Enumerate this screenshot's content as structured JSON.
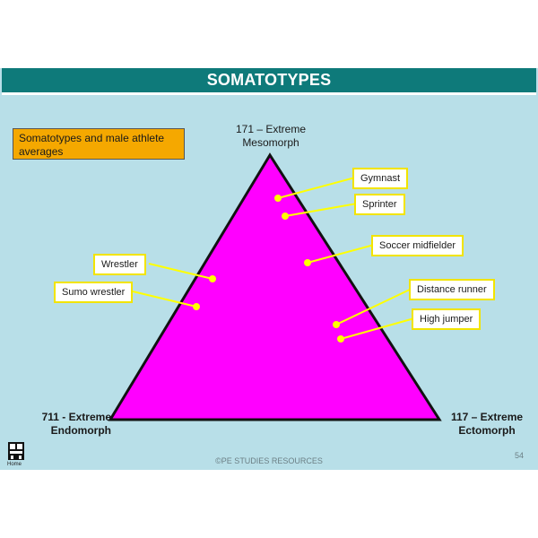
{
  "slide": {
    "title": "SOMATOTYPES",
    "info_box": "Somatotypes and male athlete averages",
    "vertices": {
      "top": "171 – Extreme Mesomorph",
      "left": "711 - Extreme Endomorph",
      "right": "117 – Extreme Ectomorph"
    },
    "athletes": [
      {
        "label": "Gymnast"
      },
      {
        "label": "Sprinter"
      },
      {
        "label": "Soccer midfielder"
      },
      {
        "label": "Wrestler"
      },
      {
        "label": "Sumo wrestler"
      },
      {
        "label": "Distance runner"
      },
      {
        "label": "High jumper"
      }
    ],
    "home_label": "Home",
    "copyright": "©PE STUDIES RESOURCES",
    "page_number": "54"
  },
  "colors": {
    "title_bar": "#0e7a7a",
    "background": "#b8dfe8",
    "triangle": "#ff00ff",
    "info_box": "#f5a800",
    "label_border": "#f2e400",
    "marker": "#ffff00"
  }
}
